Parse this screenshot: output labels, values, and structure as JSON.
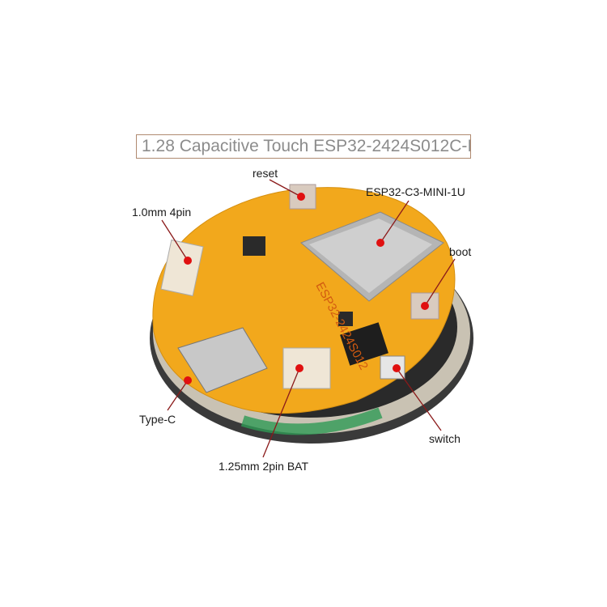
{
  "title": "1.28 Capacitive Touch ESP32-2424S012C-I",
  "board_silkscreen": "ESP32-2424S012",
  "labels": {
    "reset": "reset",
    "module": "ESP32-C3-MINI-1U",
    "connector_4pin": "1.0mm 4pin",
    "boot": "boot",
    "usb": "Type-C",
    "switch": "switch",
    "battery": "1.25mm 2pin BAT"
  },
  "colors": {
    "pcb": "#f2a81c",
    "leader": "#8b1a1a",
    "dot": "#e01010",
    "title_border": "#b08a70"
  }
}
